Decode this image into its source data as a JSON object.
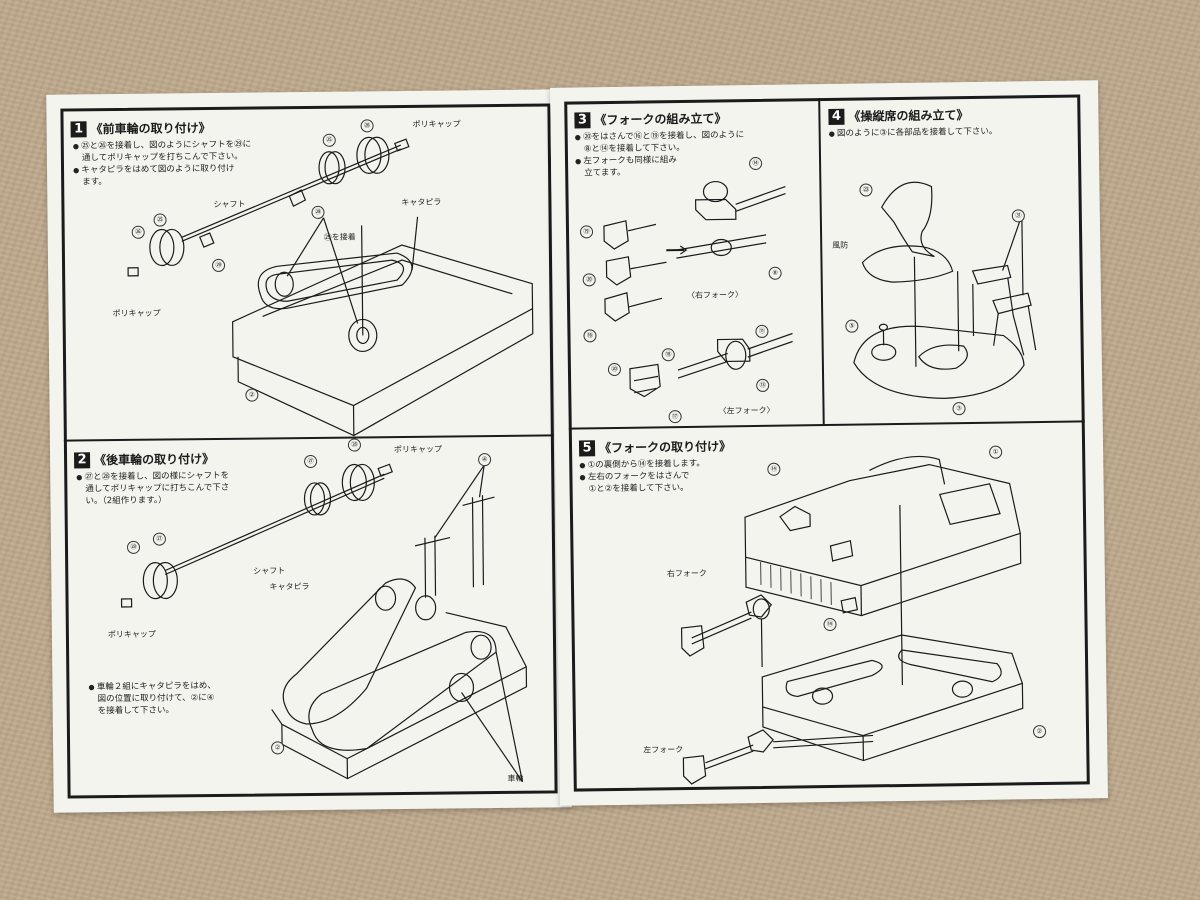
{
  "left_page": {
    "step1": {
      "number": "1",
      "title": "《前車輪の取り付け》",
      "notes": [
        "㉕と㉖を接着し、図のようにシャフトを㉙に",
        "通してポリキャップを打ちこんで下さい。",
        "キャタピラをはめて図のように取り付け",
        "ます。"
      ],
      "labels": {
        "polycap_top": "ポリキャップ",
        "shaft": "シャフト",
        "caterpillar": "キャタピラ",
        "glue_29": "㉙を接着",
        "polycap_bottom": "ポリキャップ"
      },
      "parts": [
        "㉕",
        "㉖",
        "㉙",
        "㉖",
        "㉕",
        "㉙",
        "②"
      ]
    },
    "step2": {
      "number": "2",
      "title": "《後車輪の取り付け》",
      "notes": [
        "㉗と㉘を接着し、図の様にシャフトを",
        "通してポリキャップに打ちこんで下さ",
        "い。（2組作ります。）"
      ],
      "labels": {
        "polycap_top": "ポリキャップ",
        "shaft": "シャフト",
        "caterpillar": "キャタピラ",
        "polycap_bottom": "ポリキャップ",
        "wheels": "車輪"
      },
      "notes_bottom": [
        "車輪２組にキャタピラをはめ、",
        "図の位置に取り付けて、②に④",
        "を接着して下さい。"
      ],
      "parts": [
        "㉘",
        "㉗",
        "㉘",
        "㉗",
        "④",
        "②"
      ]
    }
  },
  "right_page": {
    "step3": {
      "number": "3",
      "title": "《フォークの組み立て》",
      "notes": [
        "⑳をはさんで⑯と⑲を接着し、図のように",
        "⑧と⑭を接着して下さい。",
        "左フォークも同様に組み",
        "立てます。"
      ],
      "labels": {
        "right_fork": "〈右フォーク〉",
        "left_fork": "〈左フォーク〉"
      },
      "parts": [
        "⑭",
        "⑲",
        "⑳",
        "⑯",
        "⑧",
        "⑪",
        "⑱",
        "⑳",
        "⑬",
        "⑰"
      ]
    },
    "step4": {
      "number": "4",
      "title": "《操縦席の組み立て》",
      "notes": [
        "図のように③に各部品を接着して下さい。"
      ],
      "labels": {
        "windshield": "風防"
      },
      "parts": [
        "㉓",
        "㉛",
        "⑤",
        "③"
      ]
    },
    "step5": {
      "number": "5",
      "title": "《フォークの取り付け》",
      "notes": [
        "①の裏側から⑭を接着します。",
        "左右のフォークをはさんで",
        "①と②を接着して下さい。"
      ],
      "labels": {
        "right_fork": "右フォーク",
        "left_fork": "左フォーク"
      },
      "parts": [
        "⑭",
        "①",
        "⑭",
        "②"
      ]
    }
  },
  "colors": {
    "background": "#bfa98c",
    "paper": "#f3f4ee",
    "ink": "#1b1b1b"
  }
}
